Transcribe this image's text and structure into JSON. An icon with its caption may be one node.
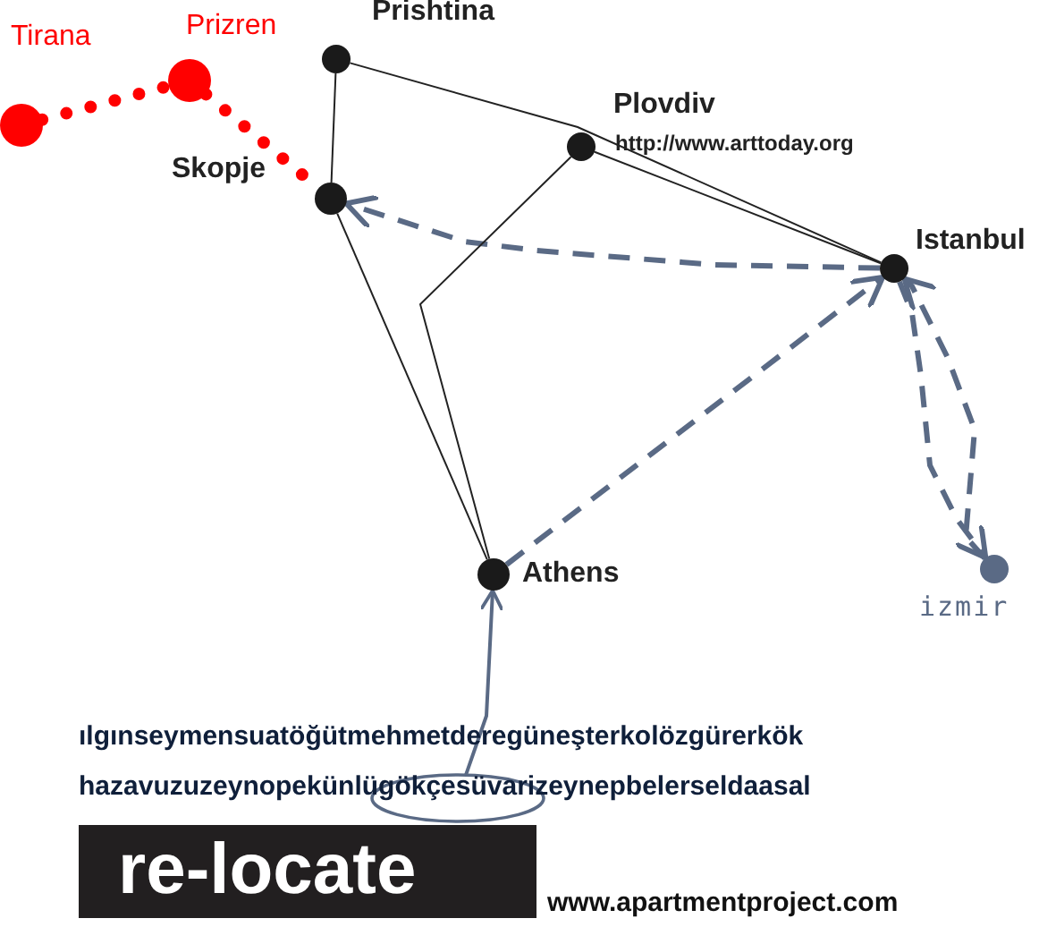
{
  "diagram": {
    "nodes": [
      {
        "text": [
          "Prishtina"
        ]
      },
      {
        "text": [
          "Plovdiv",
          "http://www.arttoday.org"
        ]
      },
      {
        "text": [
          "Skopje"
        ]
      },
      {
        "text": [
          "Istanbul"
        ]
      },
      {
        "text": [
          "Athens"
        ]
      },
      {
        "text": [
          "Tirana"
        ]
      },
      {
        "text": [
          "Prizren"
        ]
      },
      {
        "text": [
          "izmir"
        ]
      },
      {
        "text": [],
        "shape": "circle"
      }
    ],
    "edges": [
      {
        "from": 0,
        "to": 2,
        "arrow": "none"
      },
      {
        "from": 0,
        "to": 3,
        "arrow": "none"
      },
      {
        "from": 1,
        "to": 3,
        "arrow": "none"
      },
      {
        "from": 2,
        "to": 4,
        "arrow": "none"
      },
      {
        "from": 1,
        "to": 4,
        "arrow": "none"
      },
      {
        "from": 5,
        "to": 6,
        "arrow": "none",
        "style": "dashed",
        "color": "#ff0000"
      },
      {
        "from": 6,
        "to": 2,
        "arrow": "none",
        "style": "dashed",
        "color": "#ff0000"
      },
      {
        "from": 3,
        "to": 2,
        "arrow": "to",
        "style": "dashed",
        "color": "#5a6a85"
      },
      {
        "from": 4,
        "to": 3,
        "arrow": "to",
        "style": "dashed",
        "color": "#5a6a85"
      },
      {
        "from": 3,
        "to": 7,
        "arrow": "to",
        "style": "dashed",
        "color": "#5a6a85"
      },
      {
        "from": 7,
        "to": 3,
        "arrow": "to",
        "style": "dashed",
        "color": "#5a6a85"
      },
      {
        "from": 8,
        "to": 4,
        "arrow": "to",
        "color": "#5a6a85"
      }
    ],
    "labels": [
      "ılgınseymensuatöğütmehmetderegüneşterkolözgürerkök",
      "hazavuzuzeynopekünlügökçesüvarizeynepbelerseldaasal",
      "re-locate",
      "www.apartmentproject.com"
    ]
  }
}
